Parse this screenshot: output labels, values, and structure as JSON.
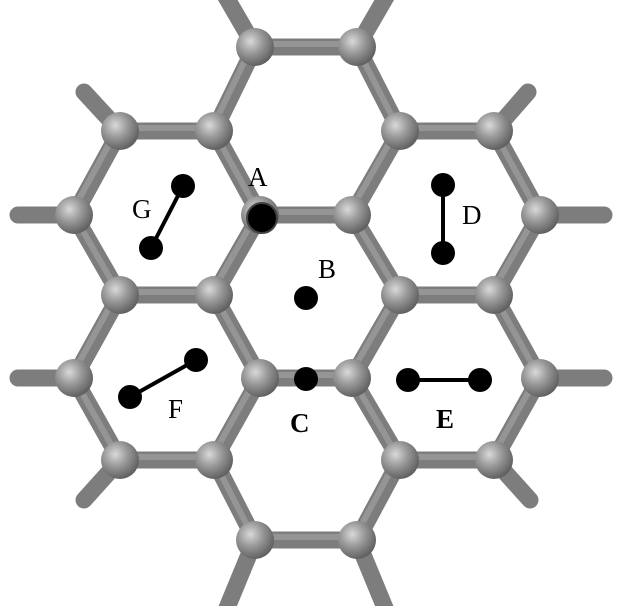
{
  "colors": {
    "background": "#ffffff",
    "bond": "#7d7d7d",
    "atom": "#8a8a8a",
    "adsorbate": "#000000"
  },
  "labels": {
    "A": "A",
    "B": "B",
    "C": "C",
    "D": "D",
    "E": "E",
    "F": "F",
    "G": "G"
  }
}
